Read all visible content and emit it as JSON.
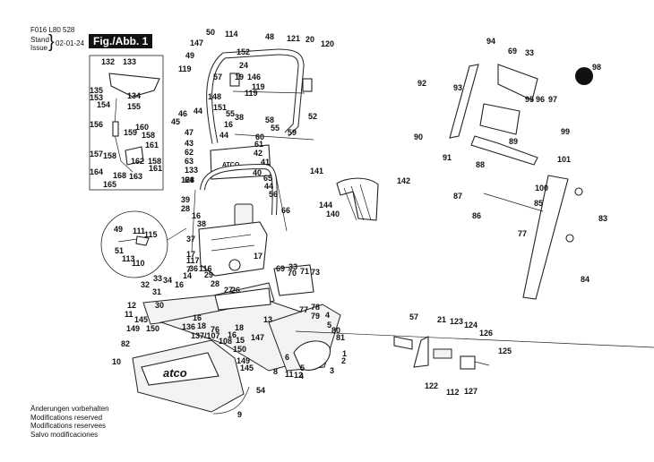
{
  "header": {
    "doc_number": "F016 L80 528",
    "stand_label": "Stand",
    "issue_label": "Issue",
    "date": "02-01-24",
    "figure_title": "Fig./Abb. 1"
  },
  "footer": {
    "lines": [
      "Änderungen vorbehalten",
      "Modifications reserved",
      "Modifications reservees",
      "Salvo modificaciones"
    ]
  },
  "diagram": {
    "brand_text": "atco",
    "inset_box_labels": [
      "132",
      "133",
      "135",
      "153",
      "134",
      "154",
      "155",
      "156",
      "160",
      "159",
      "158",
      "161",
      "157",
      "158",
      "162",
      "158",
      "161",
      "164",
      "168",
      "163",
      "165"
    ],
    "inset_circle_labels": [
      "49",
      "111",
      "115",
      "51",
      "113",
      "110"
    ],
    "handle_labels": [
      "50",
      "114",
      "48",
      "121",
      "20",
      "120",
      "147",
      "152",
      "49",
      "24",
      "119",
      "57",
      "19",
      "146",
      "119",
      "148",
      "151",
      "119",
      "52",
      "46",
      "44",
      "55",
      "38",
      "58",
      "45",
      "47",
      "16",
      "55",
      "59",
      "44",
      "60",
      "43",
      "61",
      "62",
      "42",
      "63",
      "41",
      "133",
      "40",
      "64",
      "128",
      "65",
      "44",
      "56",
      "66",
      "39",
      "28",
      "16",
      "38",
      "37",
      "17",
      "117",
      "17"
    ],
    "grassbox_labels": [
      "82",
      "10",
      "54",
      "9"
    ],
    "frame_labels": [
      "33",
      "34",
      "7",
      "36",
      "116",
      "32",
      "16",
      "14",
      "29",
      "28",
      "27",
      "26",
      "31",
      "12",
      "30",
      "11",
      "145",
      "149",
      "150",
      "136",
      "16",
      "18",
      "76",
      "137/107",
      "18",
      "16",
      "108",
      "15",
      "147",
      "13",
      "150",
      "149",
      "145",
      "8",
      "11",
      "12"
    ],
    "roller_labels": [
      "69",
      "33",
      "70",
      "71",
      "73",
      "77",
      "78",
      "79",
      "4",
      "5",
      "80",
      "81",
      "1",
      "2",
      "3",
      "6",
      "5",
      "4"
    ],
    "guard_labels": [
      "141",
      "142",
      "144",
      "140"
    ],
    "adjuster_labels": [
      "94",
      "69",
      "33",
      "98",
      "92",
      "93",
      "95",
      "96",
      "97",
      "90",
      "89",
      "99",
      "91",
      "88",
      "101",
      "100",
      "87",
      "86",
      "85",
      "83",
      "77",
      "84"
    ],
    "clutch_labels": [
      "57",
      "21",
      "123",
      "124",
      "126",
      "125",
      "122",
      "112",
      "127"
    ]
  }
}
